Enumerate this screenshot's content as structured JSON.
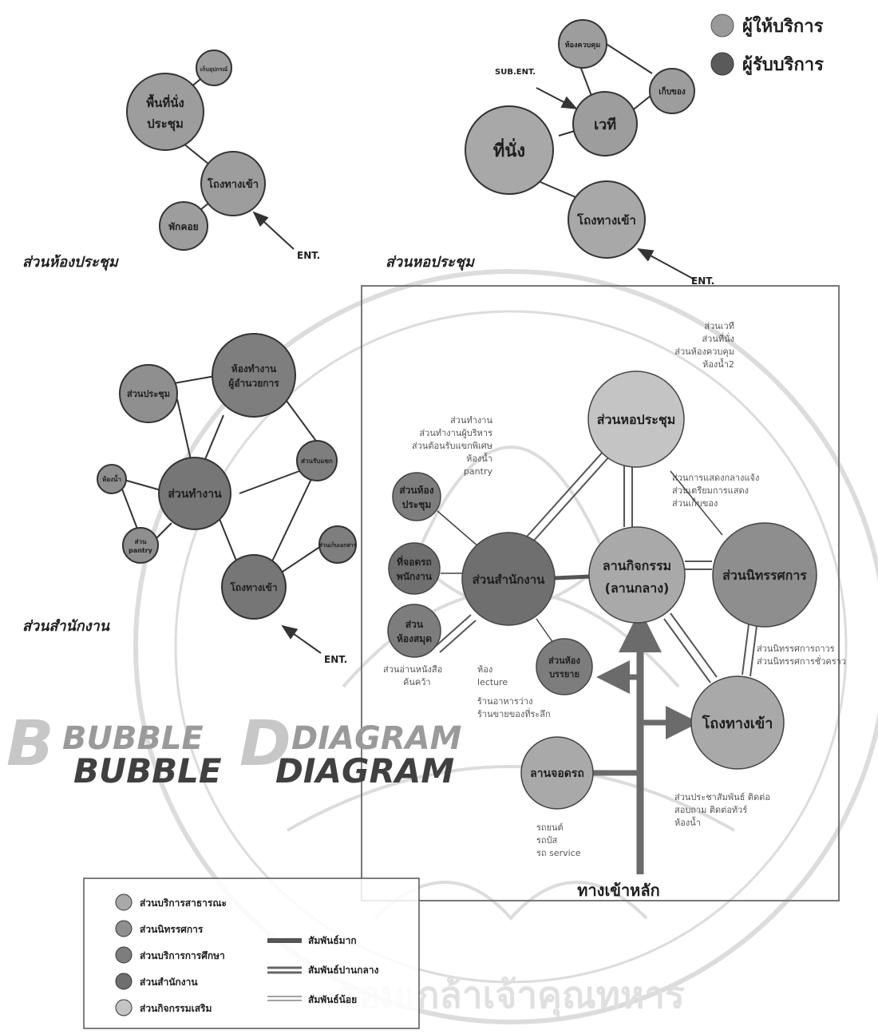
{
  "top_legend": {
    "items": [
      {
        "label": "ผู้ให้บริการ",
        "color": "#9a9a9a"
      },
      {
        "label": "ผู้รับบริการ",
        "color": "#5a5a5a"
      }
    ]
  },
  "groups": {
    "meeting_room": {
      "caption": "ส่วนห้องประชุม",
      "bubbles": {
        "seating": "พื้นที่นั่ง ประชุม",
        "equipment": "เก็บอุปกรณ์",
        "lobby": "โถงทางเข้า",
        "lounge": "พักคอย"
      },
      "ent": "ENT."
    },
    "auditorium": {
      "caption": "ส่วนหอประชุม",
      "bubbles": {
        "control": "ห้องควบคุม",
        "storage": "เก็บของ",
        "stage": "เวที",
        "seats": "ที่นั่ง",
        "lobby": "โถงทางเข้า"
      },
      "sub_ent": "SUB.ENT.",
      "ent": "ENT."
    },
    "office": {
      "caption": "ส่วนสำนักงาน",
      "bubbles": {
        "meeting": "ส่วนประชุม",
        "director": "ห้องทำงาน ผู้อำนวยการ",
        "work": "ส่วนทำงาน",
        "restroom": "ห้องน้ำ",
        "pantry": "ส่วน pantry",
        "reception": "ส่วนรับแขก",
        "archive": "ส่วนเก็บเอกสาร",
        "lobby": "โถงทางเข้า"
      },
      "ent": "ENT."
    }
  },
  "main_diagram": {
    "bubbles": {
      "hall": "ส่วนหอประชุม",
      "meeting": "ส่วนห้อง ประชุม",
      "office": "ส่วนสำนักงาน",
      "courtyard": "ลานกิจกรรม (ลานกลาง)",
      "exhibition": "ส่วนนิทรรศการ",
      "staff_parking": "ที่จอดรถ พนักงาน",
      "library": "ส่วน ห้องสมุด",
      "lecture": "ส่วนห้อง บรรยาย",
      "lobby": "โถงทางเข้า",
      "parking": "ลานจอดรถ"
    },
    "notes": {
      "hall": [
        "ส่วนเวที",
        "ส่วนที่นั่ง",
        "ส่วนห้องควบคุม",
        "ห้องน้ำ2"
      ],
      "office": [
        "ส่วนทำงาน",
        "ส่วนทำงานผู้บริหาร",
        "ส่วนต้อนรับแขกพิเศษ",
        "ห้องน้ำ",
        "pantry"
      ],
      "courtyard": [
        "ส่วนการแสดงกลางแจ้ง",
        "ส่วนเตรียมการแสดง",
        "ส่วนเก็บของ"
      ],
      "exhibition": [
        "ส่วนนิทรรศการถาวร",
        "ส่วนนิทรรศการชั่วคราว"
      ],
      "library": [
        "ส่วนอ่านหนังสือ",
        "ค้นคว้า"
      ],
      "lecture": [
        "ห้อง",
        "lecture"
      ],
      "shops": [
        "ร้านอาหารว่าง",
        "ร้านขายของที่ระลึก"
      ],
      "lobby": [
        "ส่วนประชาสัมพันธ์ ติดต่อ",
        "สอบถาม ติดต่อทัวร์",
        "ห้องน้ำ"
      ],
      "parking": [
        "รถยนต์",
        "รถบัส",
        "รถ service"
      ]
    },
    "main_entrance": "ทางเข้าหลัก"
  },
  "title": {
    "word1": "BUBBLE",
    "word2": "DIAGRAM",
    "letter1": "B",
    "letter2": "D"
  },
  "bottom_legend": {
    "zones": [
      {
        "label": "ส่วนบริการสาธารณะ",
        "color": "#a9a9a9"
      },
      {
        "label": "ส่วนนิทรรศการ",
        "color": "#8e8e8e"
      },
      {
        "label": "ส่วนบริการการศึกษา",
        "color": "#7d7d7d"
      },
      {
        "label": "ส่วนสำนักงาน",
        "color": "#6f6f6f"
      },
      {
        "label": "ส่วนกิจกรรมเสริม",
        "color": "#c4c4c4"
      }
    ],
    "relations": [
      {
        "label": "สัมพันธ์มาก"
      },
      {
        "label": "สัมพันธ์ปานกลาง"
      },
      {
        "label": "สัมพันธ์น้อย"
      }
    ]
  },
  "watermark": "จอมเกล้าเจ้าคุณทหาร"
}
